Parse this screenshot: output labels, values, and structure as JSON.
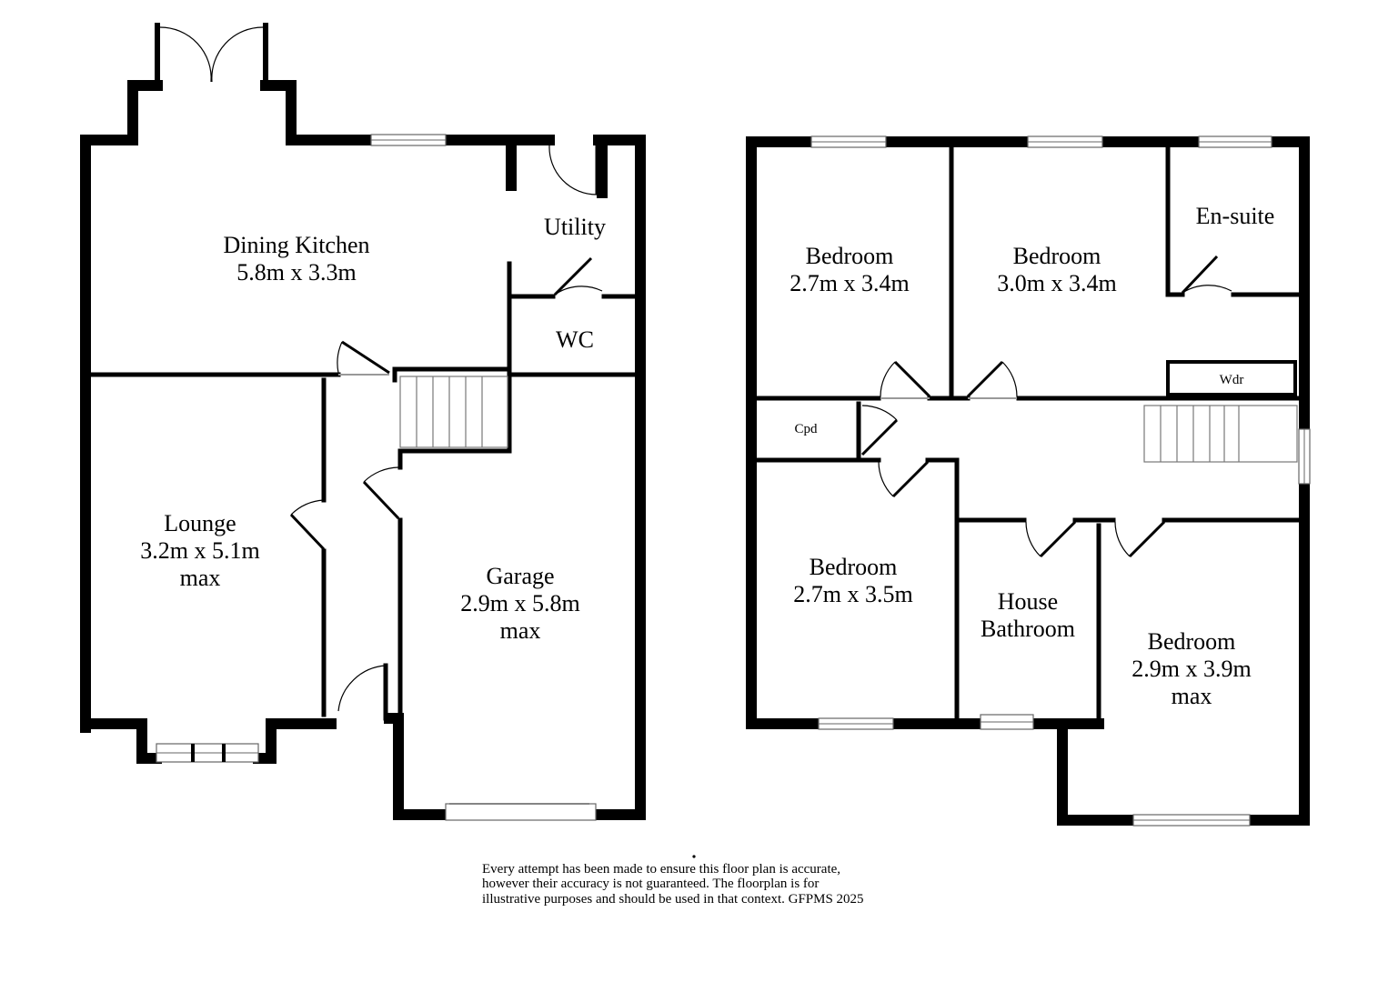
{
  "ground_floor": {
    "dining_kitchen": {
      "name": "Dining Kitchen",
      "size": "5.8m x 3.3m"
    },
    "utility": {
      "name": "Utility"
    },
    "wc": {
      "name": "WC"
    },
    "lounge": {
      "name": "Lounge",
      "size": "3.2m x 5.1m",
      "note": "max"
    },
    "garage": {
      "name": "Garage",
      "size": "2.9m x 5.8m",
      "note": "max"
    }
  },
  "first_floor": {
    "bedroom_1": {
      "name": "Bedroom",
      "size": "2.7m x 3.4m"
    },
    "bedroom_2": {
      "name": "Bedroom",
      "size": "3.0m x 3.4m"
    },
    "ensuite": {
      "name": "En-suite"
    },
    "wardrobe": {
      "name": "Wdr"
    },
    "cupboard": {
      "name": "Cpd"
    },
    "bedroom_3": {
      "name": "Bedroom",
      "size": "2.7m x 3.5m"
    },
    "bathroom": {
      "line1": "House",
      "line2": "Bathroom"
    },
    "bedroom_4": {
      "name": "Bedroom",
      "size": "2.9m x 3.9m",
      "note": "max"
    }
  },
  "disclaimer": {
    "line1": "Every attempt has been made to ensure this floor plan is accurate,",
    "line2": "however their accuracy is not guaranteed. The floorplan is for",
    "line3": "illustrative purposes and should be used in that context. GFPMS 2025"
  }
}
